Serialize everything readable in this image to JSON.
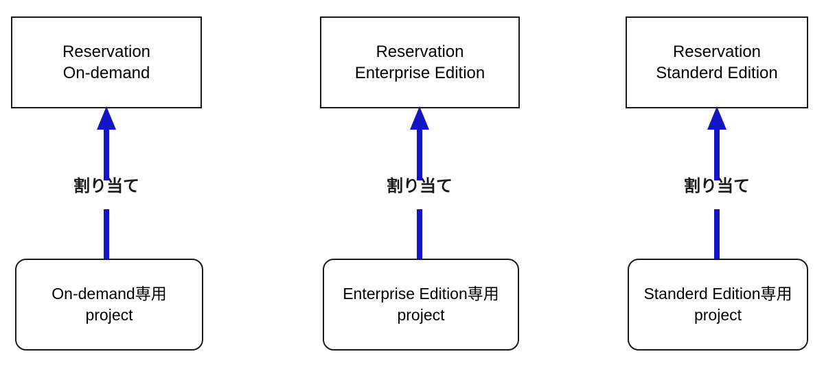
{
  "diagram": {
    "type": "flow-diagram",
    "background_color": "#ffffff",
    "arrow_color": "#1414c8",
    "border_color": "#1a1a1a",
    "text_color": "#000000",
    "columns": [
      {
        "id": "on-demand",
        "reservation": {
          "line1": "Reservation",
          "line2": "On-demand"
        },
        "edge_label": "割り当て",
        "project": {
          "line1": "On-demand専用",
          "line2": "project"
        }
      },
      {
        "id": "enterprise-edition",
        "reservation": {
          "line1": "Reservation",
          "line2": "Enterprise Edition"
        },
        "edge_label": "割り当て",
        "project": {
          "line1": "Enterprise Edition専用",
          "line2": "project"
        }
      },
      {
        "id": "standerd-edition",
        "reservation": {
          "line1": "Reservation",
          "line2": "Standerd Edition"
        },
        "edge_label": "割り当て",
        "project": {
          "line1": "Standerd Edition専用",
          "line2": "project"
        }
      }
    ]
  }
}
